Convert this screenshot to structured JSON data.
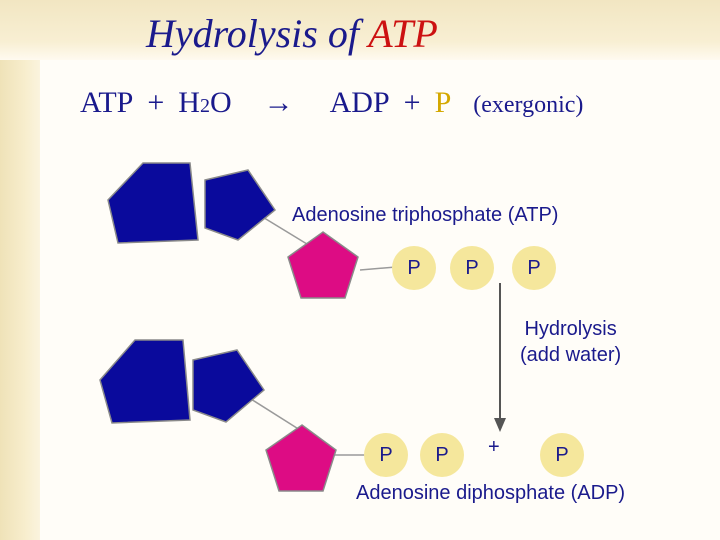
{
  "title": {
    "main": "Hydrolysis of",
    "accent": "ATP"
  },
  "equation": {
    "reactant": "ATP",
    "plus1": "+",
    "water_h": "H",
    "water_sub": "2",
    "water_o": "O",
    "arrow": "→",
    "product": "ADP",
    "plus2": "+",
    "phosphate": "P",
    "note": "(exergonic)"
  },
  "atp": {
    "label": "Adenosine triphosphate (ATP)",
    "phosphates": [
      "P",
      "P",
      "P"
    ]
  },
  "hydrolysis": {
    "line1": "Hydrolysis",
    "line2": "(add water)"
  },
  "adp": {
    "label": "Adenosine diphosphate (ADP)",
    "phosphates": [
      "P",
      "P"
    ],
    "plus": "+",
    "free_phosphate": "P"
  },
  "colors": {
    "title": "#1a1a8c",
    "title_accent": "#cc1111",
    "adenine": "#0a0a9c",
    "ribose": "#dd0c84",
    "phosphate_fill": "#f5e79c",
    "equation_p": "#d4a800"
  }
}
